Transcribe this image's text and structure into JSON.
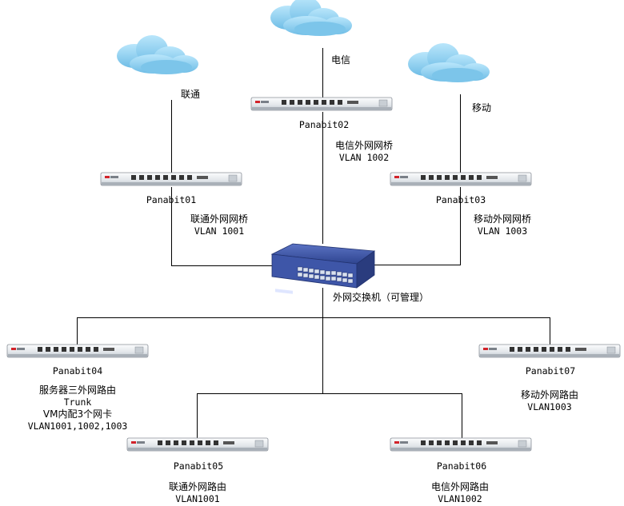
{
  "clouds": {
    "unicom": "联通",
    "telecom": "电信",
    "mobile": "移动"
  },
  "bridges": {
    "p01": {
      "name": "Panabit01",
      "role": "联通外网网桥",
      "vlan": "VLAN 1001"
    },
    "p02": {
      "name": "Panabit02",
      "role": "电信外网网桥",
      "vlan": "VLAN 1002"
    },
    "p03": {
      "name": "Panabit03",
      "role": "移动外网网桥",
      "vlan": "VLAN 1003"
    }
  },
  "switch": {
    "label": "外网交换机（可管理）"
  },
  "routers": {
    "p04": {
      "name": "Panabit04",
      "line1": "服务器三外网路由",
      "line2": "Trunk",
      "line3": "VM内配3个网卡",
      "line4": "VLAN1001,1002,1003"
    },
    "p05": {
      "name": "Panabit05",
      "role": "联通外网路由",
      "vlan": "VLAN1001"
    },
    "p06": {
      "name": "Panabit06",
      "role": "电信外网路由",
      "vlan": "VLAN1002"
    },
    "p07": {
      "name": "Panabit07",
      "role": "移动外网路由",
      "vlan": "VLAN1003"
    }
  },
  "colors": {
    "cloud_fill": "#8fd0ee",
    "device_body": "#eceff3",
    "switch_body": "#3a4f9a",
    "line": "#000000"
  }
}
